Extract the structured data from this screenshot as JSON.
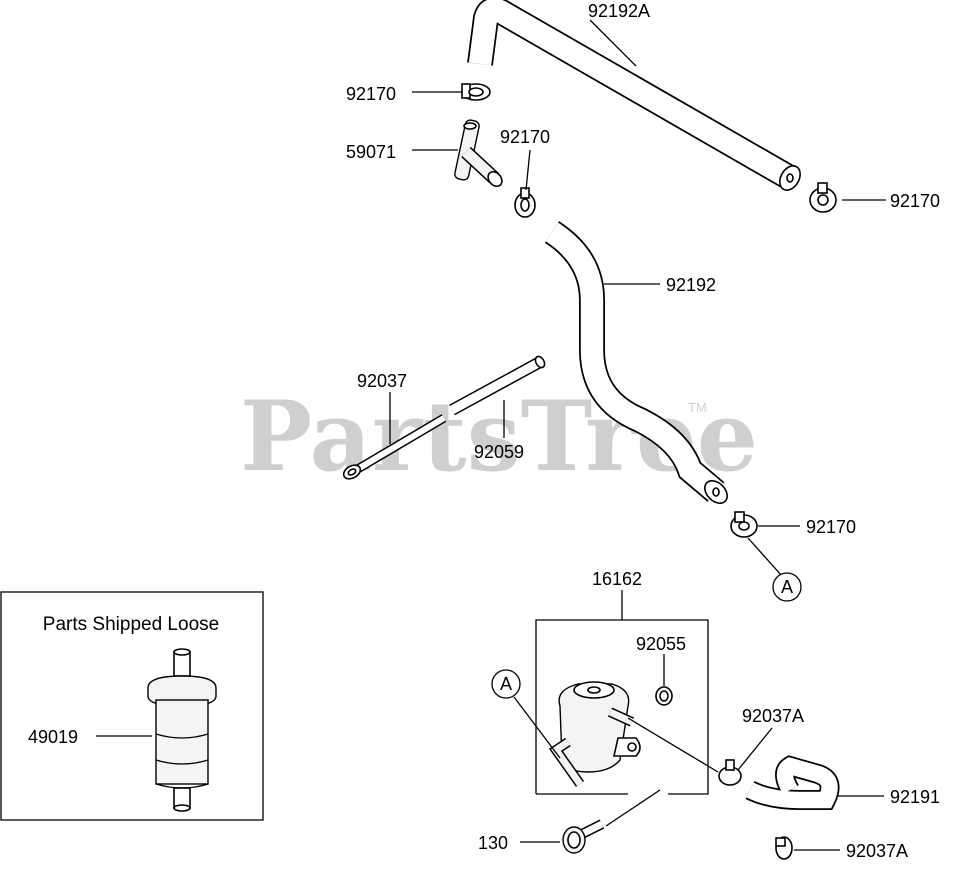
{
  "watermark": {
    "text": "PartsTree",
    "trademark": "TM"
  },
  "callouts": {
    "hose_upper": "92192A",
    "clamp_upper_left": "92170",
    "fitting": "59071",
    "clamp_mid": "92170",
    "clamp_upper_right": "92170",
    "hose_mid": "92192",
    "pipe_long": "92037",
    "pipe_short": "92059",
    "clamp_lower": "92170",
    "ref_a_upper": "A",
    "pump": "16162",
    "oring": "92055",
    "ref_a_lower": "A",
    "clamp_pump": "92037A",
    "hose_lower": "92191",
    "bolt": "130",
    "clamp_bottom": "92037A"
  },
  "loose_box": {
    "title": "Parts Shipped Loose",
    "filter": "49019"
  }
}
